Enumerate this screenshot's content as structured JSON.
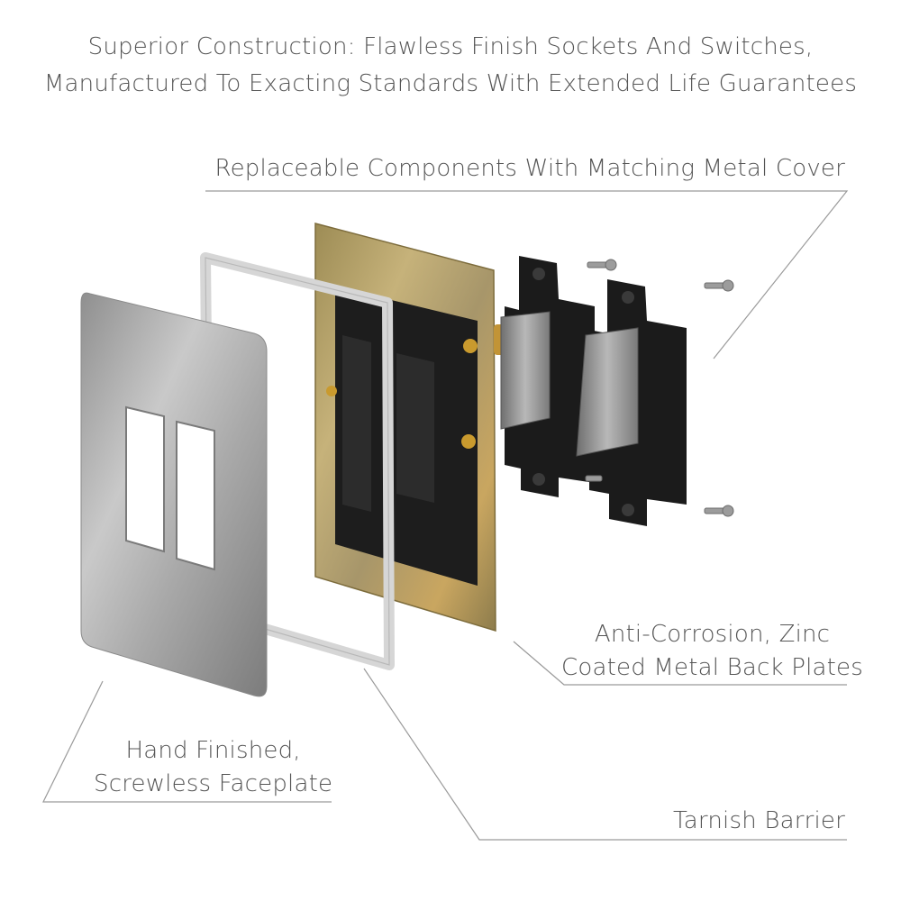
{
  "headline": {
    "line1": "Superior Construction: Flawless Finish Sockets And Switches,",
    "line2": "Manufactured To Exacting Standards With Extended Life Guarantees"
  },
  "callouts": {
    "components": "Replaceable Components With Matching Metal Cover",
    "zinc": {
      "line1": "Anti-Corrosion, Zinc",
      "line2": "Coated Metal Back Plates"
    },
    "faceplate": {
      "line1": "Hand Finished,",
      "line2": "Screwless Faceplate"
    },
    "tarnish": "Tarnish Barrier"
  },
  "colors": {
    "text": "#555555",
    "leader_line": "#9a9a9a",
    "steel": "#a8a8a8",
    "zinc": "#b49a4a",
    "module_black": "#1b1b1b"
  }
}
